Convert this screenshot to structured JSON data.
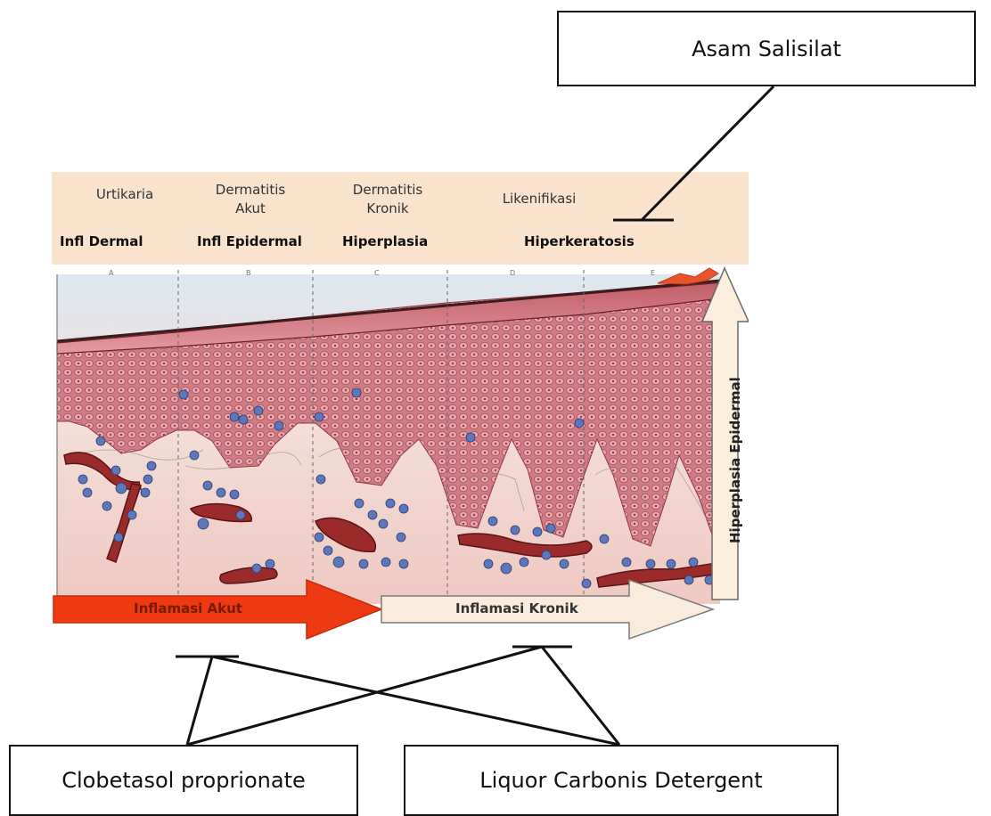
{
  "boxes": {
    "asam": "Asam Salisilat",
    "clobetasol": "Clobetasol proprionate",
    "liquor": "Liquor Carbonis Detergent"
  },
  "header": {
    "col_a_top": "Urtikaria",
    "col_a_bold": "Infl Dermal",
    "col_b_top": "Dermatitis\nAkut",
    "col_b_bold": "Infl Epidermal",
    "col_c_top": "Dermatitis\nKronik",
    "col_c_bold": "Hiperplasia",
    "col_d_top": "Likenifikasi",
    "col_d_bold": "Hiperkeratosis"
  },
  "column_letters": [
    "A",
    "B",
    "C",
    "D",
    "E"
  ],
  "arrows": {
    "acute": "Inflamasi Akut",
    "chronic": "Inflamasi Kronik",
    "vertical": "Hiperplasia Epidermal"
  },
  "colors": {
    "header_bg": "#fae3cd",
    "skin_top": "#c9707a",
    "dermis": "#f0d0cc",
    "cell_blue": "#5d77b8",
    "vessel": "#9b2b2b",
    "acute_arrow": "#ee3a12",
    "chronic_arrow": "#faecdc"
  }
}
